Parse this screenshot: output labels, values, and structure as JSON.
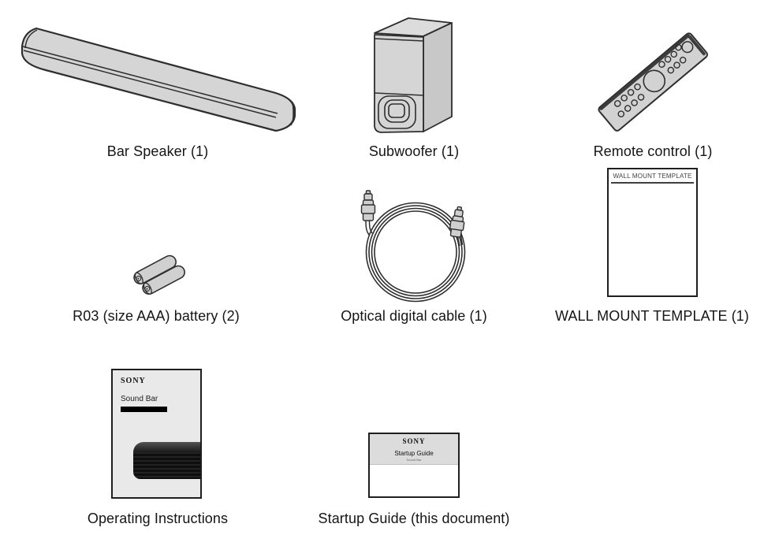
{
  "page": {
    "background": "#ffffff"
  },
  "colors": {
    "outline": "#2e2e2e",
    "item_fill": "#d5d5d5",
    "item_fill_light": "#dcdcdc",
    "item_fill_dark": "#c8c8c8",
    "label_text": "#151515",
    "booklet_cover": "#e9e9e9",
    "leaflet_band": "#dcdcdc"
  },
  "items": [
    {
      "name": "bar-speaker",
      "label": "Bar Speaker (1)"
    },
    {
      "name": "subwoofer",
      "label": "Subwoofer (1)"
    },
    {
      "name": "remote-control",
      "label": "Remote control (1)"
    },
    {
      "name": "batteries",
      "label": "R03 (size AAA) battery (2)"
    },
    {
      "name": "optical-cable",
      "label": "Optical digital cable (1)"
    },
    {
      "name": "wall-mount-template",
      "label": "WALL MOUNT TEMPLATE (1)"
    },
    {
      "name": "operating-instructions",
      "label": "Operating Instructions"
    },
    {
      "name": "startup-guide",
      "label": "Startup Guide (this document)"
    }
  ],
  "wall_mount_template": {
    "header_text": "WALL MOUNT TEMPLATE"
  },
  "operating_instructions": {
    "brand": "SONY",
    "product": "Sound Bar"
  },
  "startup_guide": {
    "brand": "SONY",
    "title": "Startup Guide",
    "subtitle": "Sound Bar"
  }
}
